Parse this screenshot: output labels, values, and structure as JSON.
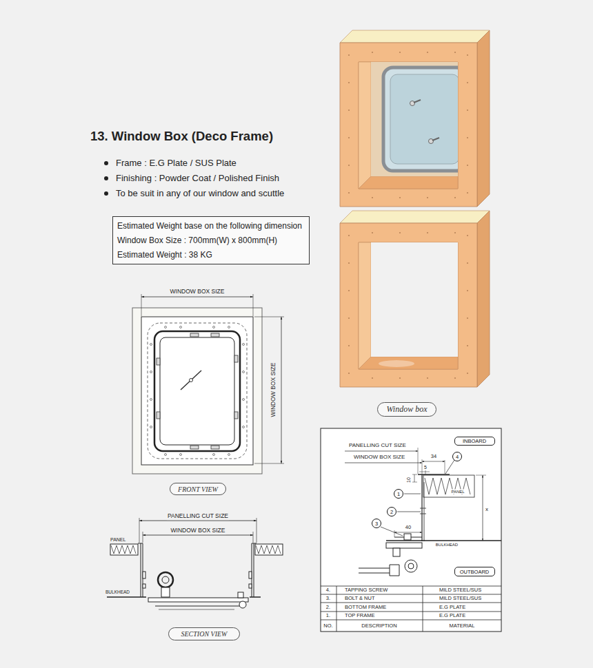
{
  "diagram": {
    "title": "13. Window Box (Deco Frame)",
    "nodes": [
      {
        "text": [
          "Estimated Weight base on the following dimension",
          "Window Box Size : 700mm(W) x 800mm(H)",
          "Estimated Weight : 38 KG"
        ]
      },
      {
        "text": [
          "Window box"
        ]
      },
      {
        "text": [
          "FRONT VIEW"
        ]
      },
      {
        "text": [
          "SECTION VIEW"
        ]
      },
      {
        "text": [
          "INBOARD"
        ]
      },
      {
        "text": [
          "OUTBOARD"
        ]
      },
      {
        "text": [
          "4"
        ]
      },
      {
        "text": [
          "1"
        ]
      },
      {
        "text": [
          "2"
        ]
      },
      {
        "text": [
          "3"
        ]
      }
    ],
    "labels": [
      "Frame : E.G Plate / SUS Plate",
      "Finishing : Powder Coat / Polished Finish",
      "To be suit in any of our window and scuttle",
      "WINDOW BOX SIZE",
      "WINDOW BOX SIZE",
      "PANELLING CUT SIZE",
      "WINDOW BOX SIZE",
      "PANEL",
      "BULKHEAD",
      "PANELLING CUT SIZE",
      "WINDOW BOX SIZE",
      "34",
      "5",
      "10",
      "PANEL",
      "x",
      "40",
      "BULKHEAD",
      "4.",
      "TAPPING SCREW",
      "MILD STEEL/SUS",
      "3.",
      "BOLT & NUT",
      "MILD STEEL/SUS",
      "2.",
      "BOTTOM FRAME",
      "E.G PLATE",
      "1.",
      "TOP FRAME",
      "E.G PLATE",
      "NO.",
      "DESCRIPTION",
      "MATERIAL"
    ]
  }
}
